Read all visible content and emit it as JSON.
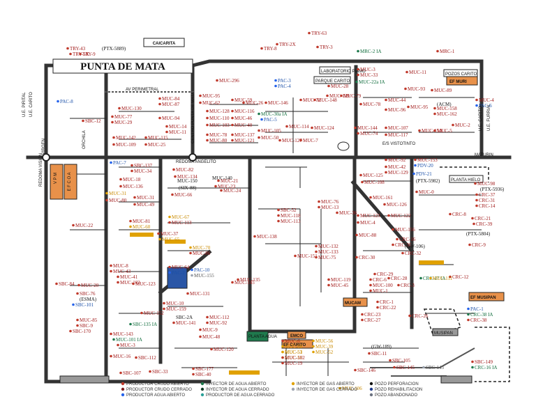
{
  "title": "PUNTA DE MATA",
  "places": {
    "caicarita": "CAICARITA",
    "maturin": "MATURIN",
    "redoma_angelito": "REDOMA ANGELITO",
    "redoma_vision": "REDOMA VISION",
    "av_perimetral": "AV PERIMETRAL",
    "orchila": "ORCHILA",
    "virgen": "VIRGEN",
    "centro_punta_de_mata": "CENTRO PUNTA DE MATA",
    "ue_pirital": "U.E. PIRITAL",
    "ue_carito": "U.E. CARITO",
    "ue_carito_east": "U.E. CARITO",
    "ue_furrial": "U.E. FURRIAL",
    "laboratorio_planta": "LABORATORIO PIAMO",
    "parque_carito": "PARQUE CARITO",
    "pozos_carito": "POZOS CARITO",
    "ef_muri": "EF MURI",
    "planta_hielo": "PLANTA HIELO",
    "ef_musipan": "EF MUSIPAN",
    "ef_carito": "EF CARITO",
    "emco": "EMCO",
    "mucam": "MUCAM",
    "vpm": "V P M",
    "efcoa": "E F C O A",
    "es_vistotinto": "E/S VISTOTINTO",
    "acm": "(ACM)",
    "musipan_ref": "MUSIPAN",
    "planta_agua": "PLANTA AGUA"
  },
  "legend": [
    {
      "label": "PRODUCTOR CRUDO ABIERTO",
      "color": "#c0392b"
    },
    {
      "label": "PRODUCTOR CRUDO CERRADO",
      "color": "#7f1d1d"
    },
    {
      "label": "PRODUCTOR AGUA ABIERTO",
      "color": "#2563eb"
    },
    {
      "label": "INYECTOR DE AGUA ABIERTO",
      "color": "#1f7a4d"
    },
    {
      "label": "INYECTOR DE AGUA CERRADO",
      "color": "#0f3d26"
    },
    {
      "label": "PRODUCTOR DE AGUA CERRADO",
      "color": "#2aa198"
    },
    {
      "label": "INYECTOR DE GAS ABIERTO",
      "color": "#e0a100"
    },
    {
      "label": "INYECTOR DE GAS CERRADO",
      "color": "#9ca3af"
    },
    {
      "label": "POZO PERFORACION",
      "color": "#111111"
    },
    {
      "label": "POZO REHABILITACION",
      "color": "#1e3a8a"
    },
    {
      "label": "POZO ABANDONADO",
      "color": "#6b7280"
    }
  ],
  "wells": [
    {
      "id": "TRY-43",
      "t": "red"
    },
    {
      "id": "TRY-5X",
      "t": "red"
    },
    {
      "id": "TRY-9",
      "t": "red"
    },
    {
      "id": "(PTX-5889)",
      "t": "dark"
    },
    {
      "id": "TRY-63",
      "t": "red"
    },
    {
      "id": "TRY-8",
      "t": "red"
    },
    {
      "id": "TRY-2X",
      "t": "red"
    },
    {
      "id": "TRY-3",
      "t": "red"
    },
    {
      "id": "MRC-2 IA",
      "t": "green"
    },
    {
      "id": "MRC-1",
      "t": "red"
    },
    {
      "id": "MUC-296",
      "t": "red"
    },
    {
      "id": "PAC-8",
      "t": "blue"
    },
    {
      "id": "SBC-12",
      "t": "red"
    },
    {
      "id": "MUC-130",
      "t": "red"
    },
    {
      "id": "MUC-77",
      "t": "red"
    },
    {
      "id": "MUC-29",
      "t": "red"
    },
    {
      "id": "MUC-84",
      "t": "red"
    },
    {
      "id": "MUC-87",
      "t": "red"
    },
    {
      "id": "MUC-94",
      "t": "red"
    },
    {
      "id": "MUC-14",
      "t": "red"
    },
    {
      "id": "MUC-11",
      "t": "red"
    },
    {
      "id": "MUC-142",
      "t": "red"
    },
    {
      "id": "MUC-109",
      "t": "red"
    },
    {
      "id": "MUC-115",
      "t": "red"
    },
    {
      "id": "MUC-25",
      "t": "red"
    },
    {
      "id": "MUC-95",
      "t": "red"
    },
    {
      "id": "MUC-62",
      "t": "red"
    },
    {
      "id": "MUC-59",
      "t": "red"
    },
    {
      "id": "MUC-26",
      "t": "red"
    },
    {
      "id": "MUC-146",
      "t": "red"
    },
    {
      "id": "MUC-128",
      "t": "red"
    },
    {
      "id": "MUC-110",
      "t": "red"
    },
    {
      "id": "MUC-103",
      "t": "red"
    },
    {
      "id": "MUC-116",
      "t": "red"
    },
    {
      "id": "MUC-46",
      "t": "red"
    },
    {
      "id": "MUC-40",
      "t": "red"
    },
    {
      "id": "MUC-78",
      "t": "red"
    },
    {
      "id": "MUC-80",
      "t": "red"
    },
    {
      "id": "MUC-137",
      "t": "red"
    },
    {
      "id": "MUC-121",
      "t": "red"
    },
    {
      "id": "MUC-30a IA",
      "t": "green"
    },
    {
      "id": "PAC-5",
      "t": "blue"
    },
    {
      "id": "PAC-3",
      "t": "blue"
    },
    {
      "id": "PAC-4",
      "t": "blue"
    },
    {
      "id": "MUC-105",
      "t": "red"
    },
    {
      "id": "MUC-50",
      "t": "red"
    },
    {
      "id": "MUC-127",
      "t": "red"
    },
    {
      "id": "MUC-7",
      "t": "red"
    },
    {
      "id": "MUC-114",
      "t": "red"
    },
    {
      "id": "MUC-124",
      "t": "red"
    },
    {
      "id": "MUC-72",
      "t": "red"
    },
    {
      "id": "MUC-148",
      "t": "red"
    },
    {
      "id": "MUC-139",
      "t": "red"
    },
    {
      "id": "MUC-79",
      "t": "red"
    },
    {
      "id": "MUC-28",
      "t": "red"
    },
    {
      "id": "MUC-3",
      "t": "red"
    },
    {
      "id": "MUC-33",
      "t": "red"
    },
    {
      "id": "MUC-22a IA",
      "t": "green"
    },
    {
      "id": "MUC-78",
      "t": "red"
    },
    {
      "id": "MUC-44",
      "t": "red"
    },
    {
      "id": "MUC-96",
      "t": "red"
    },
    {
      "id": "MUC-11",
      "t": "red"
    },
    {
      "id": "MUC-93",
      "t": "red"
    },
    {
      "id": "MUC-89",
      "t": "red"
    },
    {
      "id": "MUC-95",
      "t": "red"
    },
    {
      "id": "MUC-158",
      "t": "red"
    },
    {
      "id": "MUC-162",
      "t": "red"
    },
    {
      "id": "MUC-144",
      "t": "red"
    },
    {
      "id": "MUC-74",
      "t": "red"
    },
    {
      "id": "MUC-107",
      "t": "red"
    },
    {
      "id": "MUC-117",
      "t": "red"
    },
    {
      "id": "MUC-15A",
      "t": "red"
    },
    {
      "id": "MUC-5",
      "t": "red"
    },
    {
      "id": "MUC-2",
      "t": "red"
    },
    {
      "id": "MUC-4",
      "t": "red"
    },
    {
      "id": "PAC-6",
      "t": "blue"
    },
    {
      "id": "PAC-7",
      "t": "blue"
    },
    {
      "id": "SBC-137",
      "t": "red"
    },
    {
      "id": "MUC-34",
      "t": "red"
    },
    {
      "id": "MUC-82",
      "t": "red"
    },
    {
      "id": "MUC-18",
      "t": "red"
    },
    {
      "id": "MUC-136",
      "t": "red"
    },
    {
      "id": "MUC-134",
      "t": "red"
    },
    {
      "id": "MUC-150",
      "t": "dark"
    },
    {
      "id": "(SIX-88)",
      "t": "dark"
    },
    {
      "id": "MUC-140",
      "t": "dark"
    },
    {
      "id": "MUC-21",
      "t": "red"
    },
    {
      "id": "MUC-23",
      "t": "red"
    },
    {
      "id": "MUC-24",
      "t": "red"
    },
    {
      "id": "MUC-66",
      "t": "red"
    },
    {
      "id": "MUC-31",
      "t": "orange"
    },
    {
      "id": "MUC-80",
      "t": "red"
    },
    {
      "id": "MUC-31",
      "t": "red"
    },
    {
      "id": "MUC-49",
      "t": "red"
    },
    {
      "id": "MUC-22",
      "t": "red"
    },
    {
      "id": "MUC-81",
      "t": "red"
    },
    {
      "id": "MUC-60",
      "t": "orange"
    },
    {
      "id": "MUC-67",
      "t": "orange"
    },
    {
      "id": "MUC-113",
      "t": "red"
    },
    {
      "id": "MUC-37",
      "t": "red"
    },
    {
      "id": "MUC-65",
      "t": "orange"
    },
    {
      "id": "MUC-70",
      "t": "orange"
    },
    {
      "id": "MUC-86",
      "t": "red"
    },
    {
      "id": "MUC-8",
      "t": "red"
    },
    {
      "id": "MUC-43",
      "t": "red"
    },
    {
      "id": "MUC-41",
      "t": "red"
    },
    {
      "id": "MUC-102",
      "t": "red"
    },
    {
      "id": "MUC-123",
      "t": "red"
    },
    {
      "id": "MUC-64",
      "t": "red"
    },
    {
      "id": "PAC-2",
      "t": "blue"
    },
    {
      "id": "PAC-10",
      "t": "blue"
    },
    {
      "id": "MUC-155",
      "t": "gray"
    },
    {
      "id": "MUC-145",
      "t": "red"
    },
    {
      "id": "MUC-135",
      "t": "red"
    },
    {
      "id": "MUC-131",
      "t": "red"
    },
    {
      "id": "MUC-10",
      "t": "red"
    },
    {
      "id": "MUC-159",
      "t": "red"
    },
    {
      "id": "MUC-152",
      "t": "red"
    },
    {
      "id": "MUC-20",
      "t": "red"
    },
    {
      "id": "SBC-76",
      "t": "red"
    },
    {
      "id": "(ESMA)",
      "t": "dark"
    },
    {
      "id": "SBC-101",
      "t": "blue"
    },
    {
      "id": "SBC-84",
      "t": "red"
    },
    {
      "id": "SBC-2A",
      "t": "dark"
    },
    {
      "id": "MUC-141",
      "t": "red"
    },
    {
      "id": "MUC-112",
      "t": "red"
    },
    {
      "id": "MUC-92",
      "t": "red"
    },
    {
      "id": "MUC-85",
      "t": "red"
    },
    {
      "id": "SBC-9",
      "t": "red"
    },
    {
      "id": "SBC-170",
      "t": "red"
    },
    {
      "id": "SBC-135 IA",
      "t": "green"
    },
    {
      "id": "MUC-143",
      "t": "red"
    },
    {
      "id": "MUC-101 IA",
      "t": "green"
    },
    {
      "id": "MUC-3",
      "t": "red"
    },
    {
      "id": "MUC-9",
      "t": "red"
    },
    {
      "id": "MUC-48",
      "t": "red"
    },
    {
      "id": "MUC-120",
      "t": "red"
    },
    {
      "id": "MUC-16",
      "t": "red"
    },
    {
      "id": "SBC-112",
      "t": "red"
    },
    {
      "id": "SBC-107",
      "t": "red"
    },
    {
      "id": "SBC-33",
      "t": "red"
    },
    {
      "id": "SBC-177",
      "t": "red"
    },
    {
      "id": "SBC-40",
      "t": "red"
    },
    {
      "id": "SBC-52",
      "t": "red"
    },
    {
      "id": "MUC-118",
      "t": "red"
    },
    {
      "id": "MUC-113",
      "t": "red"
    },
    {
      "id": "MUC-76",
      "t": "red"
    },
    {
      "id": "MUC-13",
      "t": "red"
    },
    {
      "id": "MUC-36",
      "t": "red"
    },
    {
      "id": "MUC-138",
      "t": "red"
    },
    {
      "id": "MUC-151",
      "t": "red"
    },
    {
      "id": "MUC-132",
      "t": "red"
    },
    {
      "id": "MUC-133",
      "t": "red"
    },
    {
      "id": "MUC-75",
      "t": "red"
    },
    {
      "id": "MUC-119",
      "t": "red"
    },
    {
      "id": "MUC-45",
      "t": "red"
    },
    {
      "id": "MUC-6",
      "t": "red"
    },
    {
      "id": "MUC-68",
      "t": "orange"
    },
    {
      "id": "MUC-51",
      "t": "orange"
    },
    {
      "id": "MUC-55",
      "t": "orange"
    },
    {
      "id": "MUC-56",
      "t": "orange"
    },
    {
      "id": "MUC-39",
      "t": "orange"
    },
    {
      "id": "MUC-52",
      "t": "orange"
    },
    {
      "id": "MUC-53",
      "t": "orange"
    },
    {
      "id": "MUC-102",
      "t": "red"
    },
    {
      "id": "MUC-19",
      "t": "red"
    },
    {
      "id": "MUC-92",
      "t": "red"
    },
    {
      "id": "MUC-125",
      "t": "red"
    },
    {
      "id": "MUC-108",
      "t": "red"
    },
    {
      "id": "MUC-42",
      "t": "red"
    },
    {
      "id": "MUC-129",
      "t": "red"
    },
    {
      "id": "MUC-153",
      "t": "red"
    },
    {
      "id": "PDV-20",
      "t": "blue"
    },
    {
      "id": "PDV-21",
      "t": "blue"
    },
    {
      "id": "(PTX-5982)",
      "t": "dark"
    },
    {
      "id": "MUC-161",
      "t": "red"
    },
    {
      "id": "MUC-126",
      "t": "red"
    },
    {
      "id": "MUC-0",
      "t": "red"
    },
    {
      "id": "MUC-123",
      "t": "red"
    },
    {
      "id": "MUC-4",
      "t": "red"
    },
    {
      "id": "MUC-122",
      "t": "red"
    },
    {
      "id": "MUC-88",
      "t": "red"
    },
    {
      "id": "MUC-156",
      "t": "red"
    },
    {
      "id": "CRC-16",
      "t": "red"
    },
    {
      "id": "CRC-36",
      "t": "red"
    },
    {
      "id": "(GW-106)",
      "t": "dark"
    },
    {
      "id": "CRC-32",
      "t": "red"
    },
    {
      "id": "CRC-30",
      "t": "red"
    },
    {
      "id": "CRC-29",
      "t": "red"
    },
    {
      "id": "CRC-28",
      "t": "red"
    },
    {
      "id": "CRC-3",
      "t": "red"
    },
    {
      "id": "CRC-1",
      "t": "red"
    },
    {
      "id": "CRC-22",
      "t": "red"
    },
    {
      "id": "CRC-23",
      "t": "red"
    },
    {
      "id": "CRC-27",
      "t": "red"
    },
    {
      "id": "CRC-26",
      "t": "red"
    },
    {
      "id": "CRC-6",
      "t": "red"
    },
    {
      "id": "MUC-100",
      "t": "red"
    },
    {
      "id": "MUC-1",
      "t": "red"
    },
    {
      "id": "MUC-98",
      "t": "red"
    },
    {
      "id": "(PTX-5936)",
      "t": "dark"
    },
    {
      "id": "CRC-37",
      "t": "red"
    },
    {
      "id": "CRC-31",
      "t": "red"
    },
    {
      "id": "CRC-14",
      "t": "red"
    },
    {
      "id": "CRC-8",
      "t": "red"
    },
    {
      "id": "CRC-21",
      "t": "red"
    },
    {
      "id": "CRC-39",
      "t": "red"
    },
    {
      "id": "(PTX-5804)",
      "t": "dark"
    },
    {
      "id": "CRC-9",
      "t": "red"
    },
    {
      "id": "CRC-12",
      "t": "red"
    },
    {
      "id": "PAC-1",
      "t": "blue"
    },
    {
      "id": "CRC-38 IA",
      "t": "green"
    },
    {
      "id": "CRC-38",
      "t": "red"
    },
    {
      "id": "(GW-189)",
      "t": "dark"
    },
    {
      "id": "SBC-11",
      "t": "red"
    },
    {
      "id": "SBC-105",
      "t": "red"
    },
    {
      "id": "SBC-146",
      "t": "red"
    },
    {
      "id": "SBC-145",
      "t": "red"
    },
    {
      "id": "SBC-143",
      "t": "gray"
    },
    {
      "id": "SBC-149",
      "t": "red"
    },
    {
      "id": "CRC-16 IA",
      "t": "green"
    },
    {
      "id": "CRC-17 IA",
      "t": "green"
    },
    {
      "id": "MUC-111",
      "t": "orange"
    },
    {
      "id": "MUC-106",
      "t": "orange"
    }
  ]
}
